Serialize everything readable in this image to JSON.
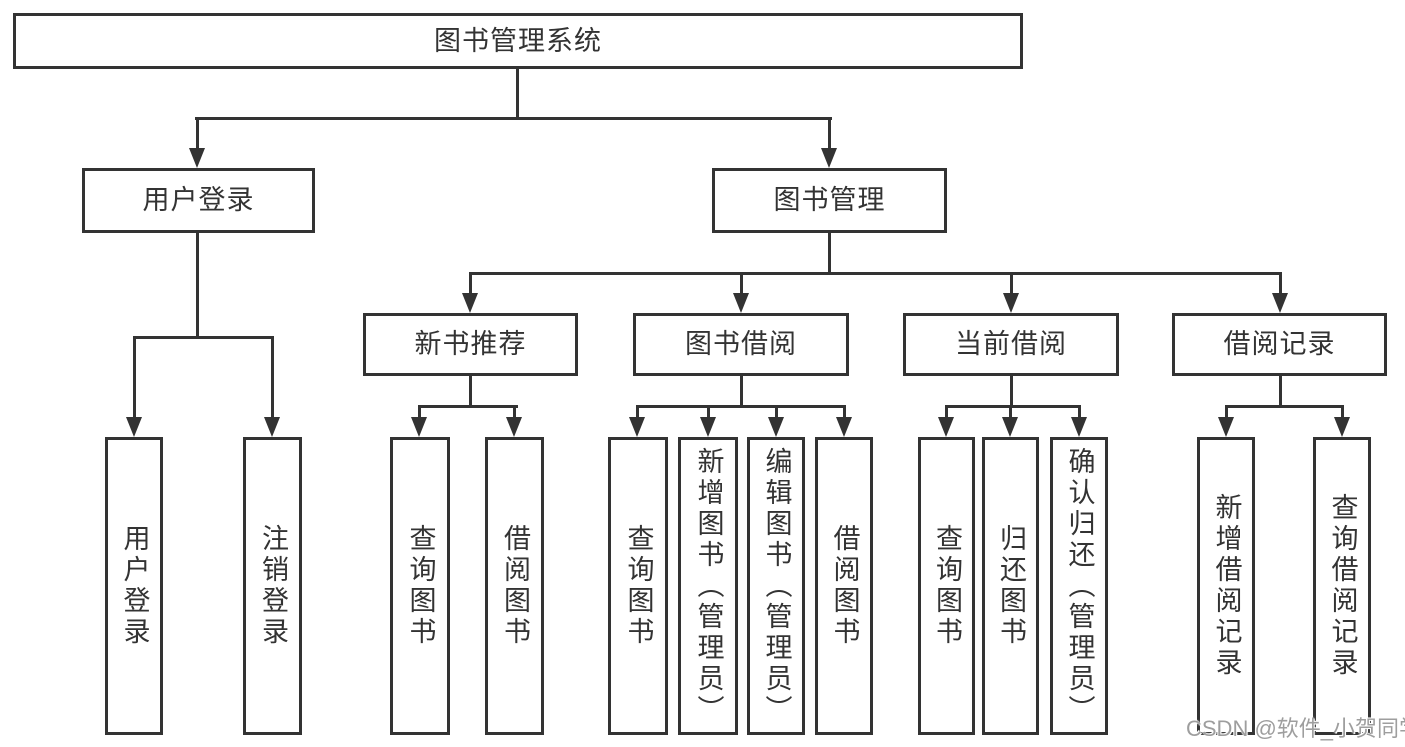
{
  "diagram_title": "图书管理系统",
  "tree": {
    "label": "图书管理系统",
    "children": [
      {
        "label": "用户登录",
        "children": [
          {
            "label": "用户登录"
          },
          {
            "label": "注销登录"
          }
        ]
      },
      {
        "label": "图书管理",
        "children": [
          {
            "label": "新书推荐",
            "children": [
              {
                "label": "查询图书"
              },
              {
                "label": "借阅图书"
              }
            ]
          },
          {
            "label": "图书借阅",
            "children": [
              {
                "label": "查询图书"
              },
              {
                "label": "新增图书（管理员）"
              },
              {
                "label": "编辑图书（管理员）"
              },
              {
                "label": "借阅图书"
              }
            ]
          },
          {
            "label": "当前借阅",
            "children": [
              {
                "label": "查询图书"
              },
              {
                "label": "归还图书"
              },
              {
                "label": "确认归还（管理员）"
              }
            ]
          },
          {
            "label": "借阅记录",
            "children": [
              {
                "label": "新增借阅记录"
              },
              {
                "label": "查询借阅记录"
              }
            ]
          }
        ]
      }
    ]
  },
  "watermark": "CSDN @软件_小贺同学",
  "colors": {
    "line": "#333333",
    "background": "#ffffff",
    "watermark_gray": "#9e9e9e"
  }
}
